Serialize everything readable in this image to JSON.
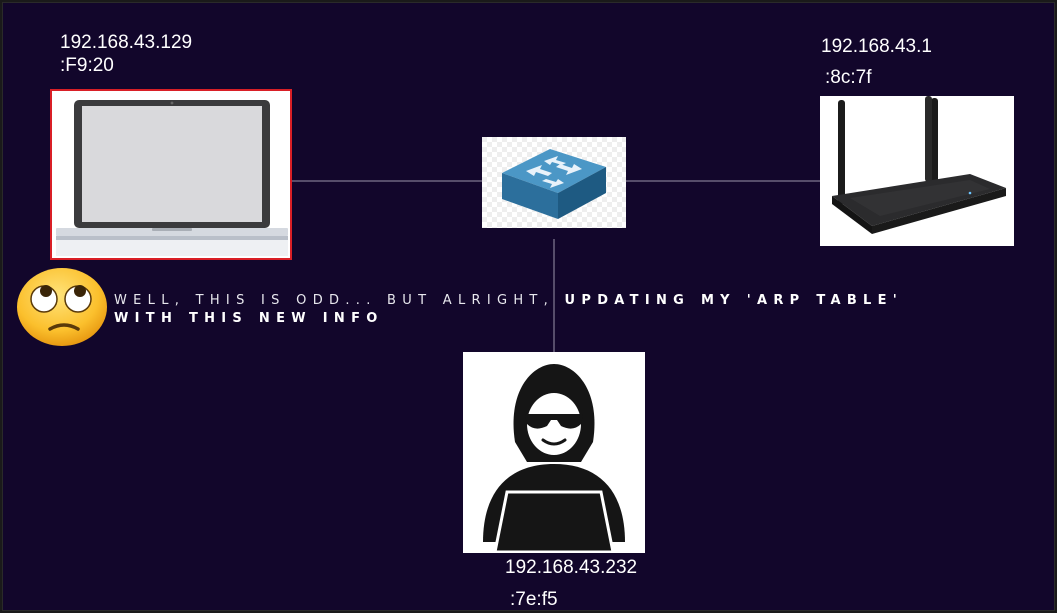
{
  "nodes": {
    "victim": {
      "ip": "192.168.43.129",
      "mac": ":F9:20"
    },
    "router": {
      "ip": "192.168.43.1",
      "mac": ":8c:7f"
    },
    "attacker": {
      "ip": "192.168.43.232",
      "mac": ":7e:f5"
    }
  },
  "caption": {
    "line1_regular": "WELL, THIS IS ODD... BUT ALRIGHT, ",
    "line1_bold": "UPDATING MY 'ARP TABLE'",
    "line2_bold": "WITH THIS NEW INFO"
  },
  "icons": {
    "victim": "laptop-icon",
    "switch": "network-switch-icon",
    "router": "wifi-router-icon",
    "attacker": "hacker-icon",
    "reaction": "face-with-rolling-eyes-icon"
  },
  "colors": {
    "background": "#12062b",
    "link_line": "#9a94a8",
    "highlight_border": "#d91f26",
    "text": "#ffffff"
  }
}
